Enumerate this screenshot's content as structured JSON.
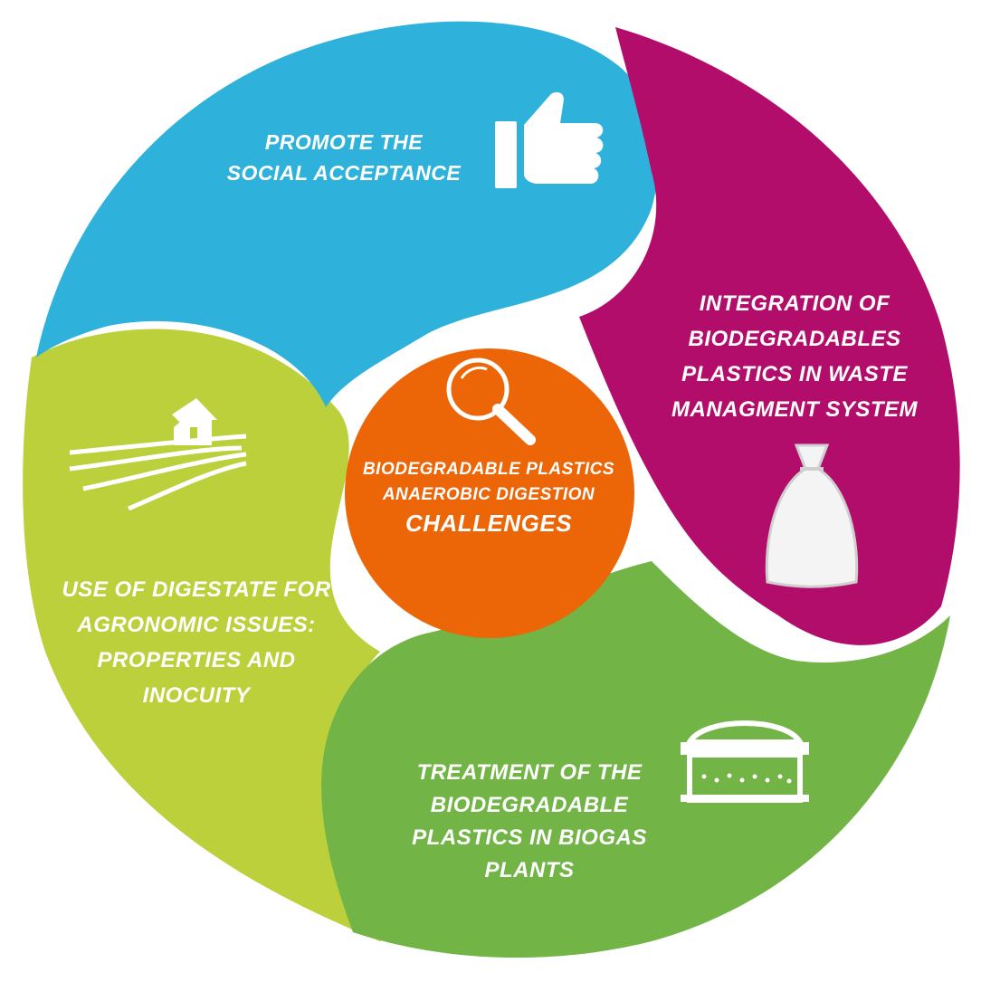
{
  "colors": {
    "blue": "#2eb2dc",
    "purple": "#b30d6c",
    "lime": "#bcd03c",
    "green": "#72b445",
    "orange": "#ec6608",
    "text": "#ffffff"
  },
  "segments": [
    {
      "id": "social",
      "color": "blue",
      "icon": "thumbs-up-icon",
      "lines": [
        "PROMOTE THE",
        "SOCIAL ACCEPTANCE"
      ]
    },
    {
      "id": "waste",
      "color": "purple",
      "icon": "garbage-bag-icon",
      "lines": [
        "INTEGRATION OF",
        "BIODEGRADABLES",
        "PLASTICS IN WASTE",
        "MANAGMENT SYSTEM"
      ]
    },
    {
      "id": "biogas",
      "color": "green",
      "icon": "biogas-digester-icon",
      "lines": [
        "TREATMENT OF THE",
        "BIODEGRADABLE",
        "PLASTICS IN BIOGAS",
        "PLANTS"
      ]
    },
    {
      "id": "digestate",
      "color": "lime",
      "icon": "farm-house-icon",
      "lines": [
        "USE OF DIGESTATE FOR",
        "AGRONOMIC ISSUES:",
        "PROPERTIES AND",
        "INOCUITY"
      ]
    }
  ],
  "center": {
    "color": "orange",
    "icon": "magnifier-icon",
    "lines": [
      "BIODEGRADABLE PLASTICS",
      "ANAEROBIC DIGESTION"
    ],
    "emphasis": "CHALLENGES"
  }
}
